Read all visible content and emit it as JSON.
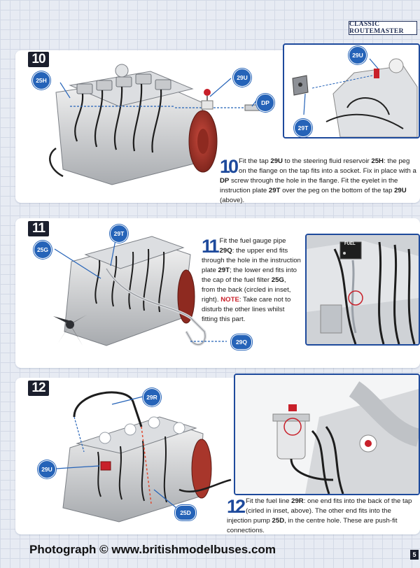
{
  "header": {
    "series_title": "CLASSIC ROUTEMASTER"
  },
  "steps": [
    {
      "number": "10",
      "callouts": {
        "tap": "29U",
        "reservoir": "25H",
        "screw": "DP",
        "plate": "29T",
        "inset_tap": "29U"
      },
      "text": {
        "drop": "10",
        "s1": "Fit the tap ",
        "b1": "29U",
        "s2": " to the steering fluid reservoir ",
        "b2": "25H",
        "s3": ": the peg on the flange on the tap fits into a socket. Fix in place with a ",
        "b3": "DP",
        "s4": " screw through the hole in the flange. Fit the eyelet in the instruction plate ",
        "b4": "29T",
        "s5": " over the peg on the bottom of the tap ",
        "b5": "29U",
        "s6": " (above)."
      }
    },
    {
      "number": "11",
      "callouts": {
        "plate": "29T",
        "filter": "25G",
        "pipe": "29Q"
      },
      "inset_label": "FUEL",
      "text": {
        "drop": "11",
        "s1": "Fit the fuel gauge pipe ",
        "b1": "29Q",
        "s2": ": the upper end fits through the hole in the instruction plate ",
        "b2": "29T",
        "s3": "; the lower end fits into the cap of the fuel filter ",
        "b3": "25G",
        "s4": ", from the back (circled in inset, right). ",
        "note": "NOTE",
        "s5": ": Take care not to disturb the other lines whilst fitting this part."
      }
    },
    {
      "number": "12",
      "callouts": {
        "line": "29R",
        "tap": "29U",
        "pump": "25D"
      },
      "text": {
        "drop": "12",
        "s1": "Fit the fuel line ",
        "b1": "29R",
        "s2": ": one end fits into the back of the tap (cirled in inset, above). The other end fits into the injection pump ",
        "b2": "25D",
        "s3": ", in the centre hole. These are push-fit connections."
      }
    }
  ],
  "footer": {
    "credit": "Photograph © www.britishmodelbuses.com",
    "page_number": "5"
  },
  "colors": {
    "accent": "#1e4a9c",
    "callout": "#2563b8",
    "note": "#c8202a",
    "flywheel": "#a8362b"
  }
}
